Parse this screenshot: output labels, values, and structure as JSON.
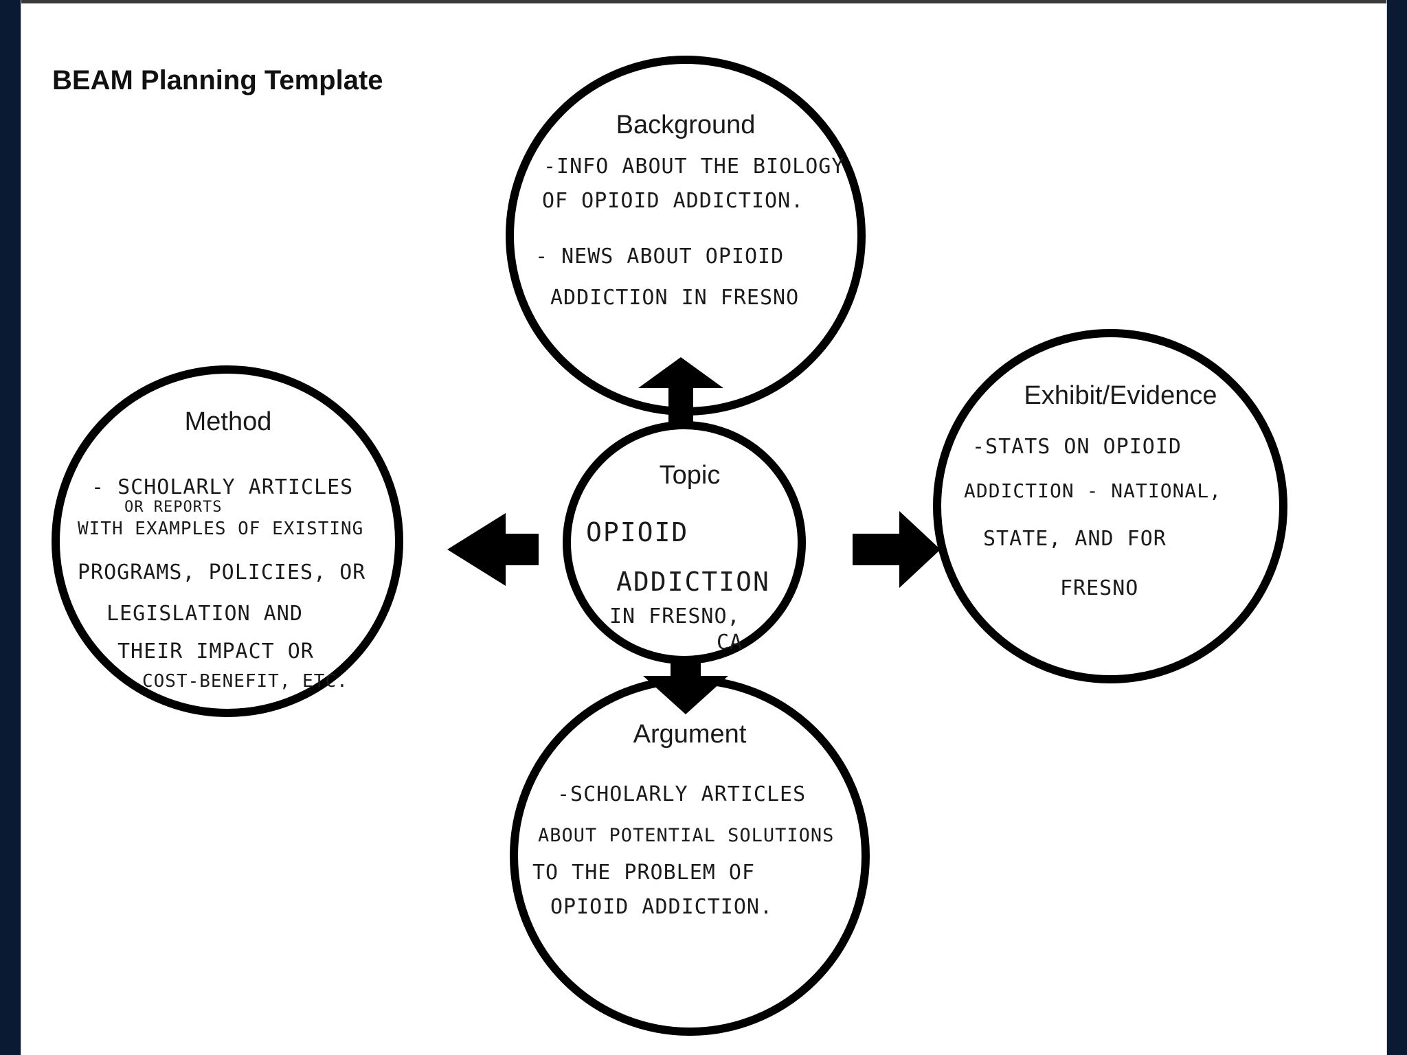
{
  "document": {
    "title": "BEAM Planning Template"
  },
  "nodes": {
    "background": {
      "heading": "Background",
      "notes": [
        "-INFO ABOUT THE BIOLOGY",
        "OF OPIOID ADDICTION.",
        "- NEWS ABOUT OPIOID",
        "ADDICTION IN FRESNO"
      ]
    },
    "method": {
      "heading": "Method",
      "notes": [
        "- SCHOLARLY ARTICLES",
        "OR REPORTS",
        "WITH EXAMPLES OF EXISTING",
        "PROGRAMS, POLICIES, OR",
        "LEGISLATION AND",
        "THEIR IMPACT OR",
        "COST-BENEFIT, ETC."
      ]
    },
    "topic": {
      "heading": "Topic",
      "notes": [
        "OPIOID",
        "ADDICTION",
        "IN FRESNO,",
        "CA"
      ]
    },
    "exhibit": {
      "heading": "Exhibit/Evidence",
      "notes": [
        "-STATS ON OPIOID",
        "ADDICTION - NATIONAL,",
        "STATE, AND FOR",
        "FRESNO"
      ]
    },
    "argument": {
      "heading": "Argument",
      "notes": [
        "-SCHOLARLY ARTICLES",
        "ABOUT POTENTIAL SOLUTIONS",
        "TO THE PROBLEM OF",
        "OPIOID ADDICTION."
      ]
    }
  }
}
